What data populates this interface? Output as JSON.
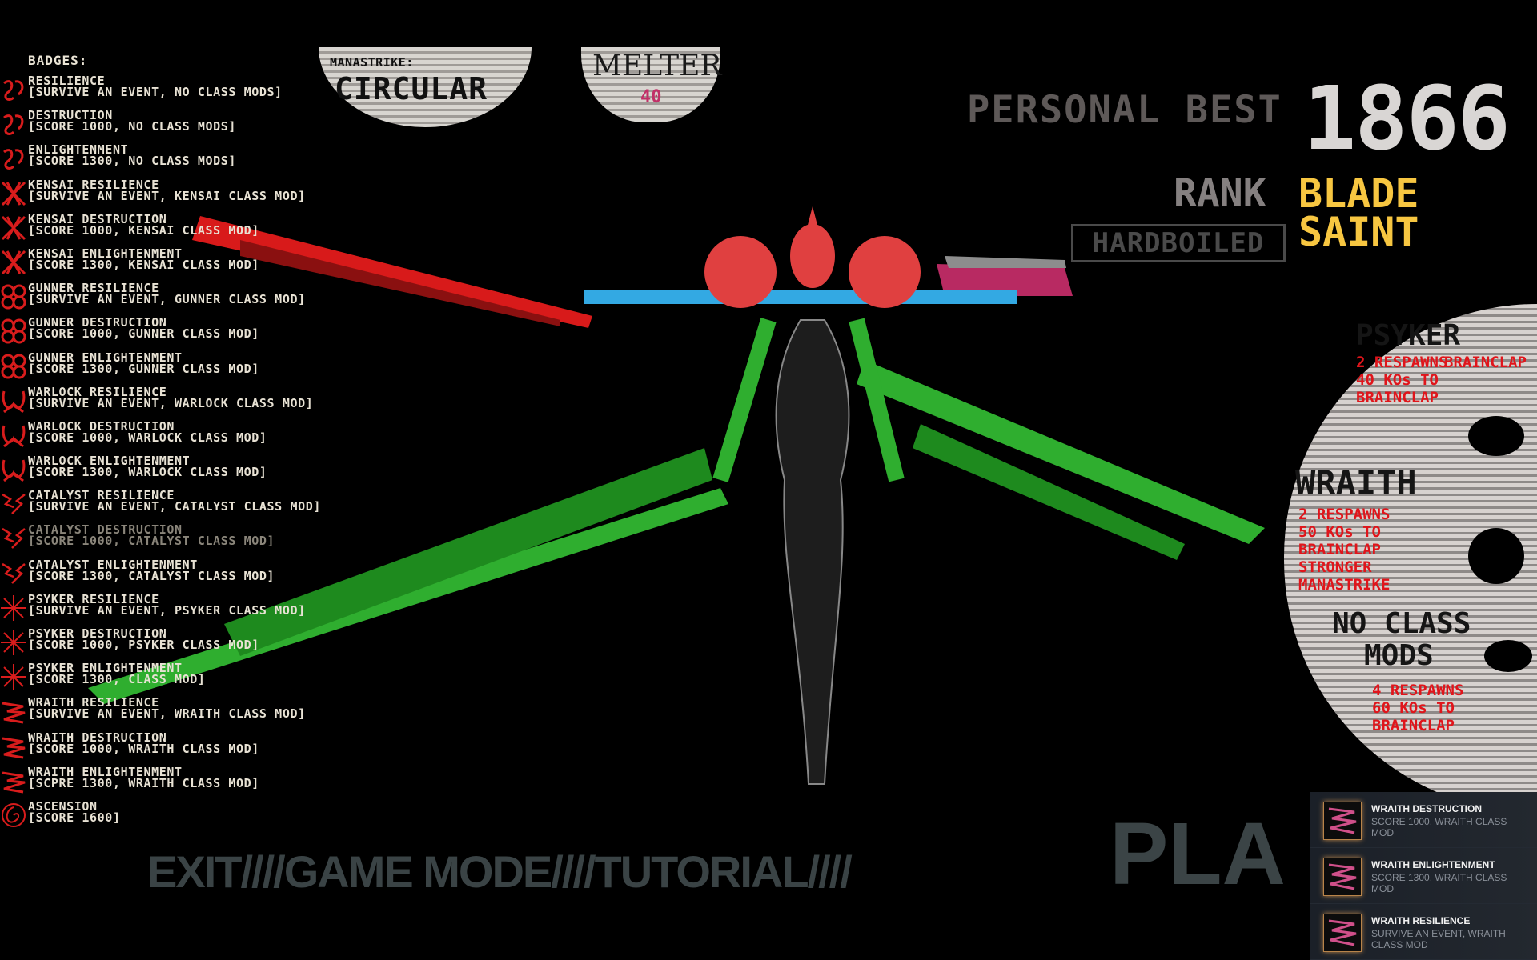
{
  "badges_heading": "BADGES:",
  "badges": [
    {
      "title": "Resilience",
      "desc": "[Survive an event, no class mods]",
      "icon": "swirl",
      "dim": false
    },
    {
      "title": "Destruction",
      "desc": "[Score 1000, no class mods]",
      "icon": "swirl",
      "dim": false
    },
    {
      "title": "Enlightenment",
      "desc": "[Score 1300, no class mods]",
      "icon": "swirl",
      "dim": false
    },
    {
      "title": "Kensai Resilience",
      "desc": "[Survive an event, Kensai class mod]",
      "icon": "cross",
      "dim": false
    },
    {
      "title": "Kensai Destruction",
      "desc": "[Score 1000, Kensai class mod]",
      "icon": "cross",
      "dim": false
    },
    {
      "title": "Kensai Enlightenment",
      "desc": "[Score 1300, Kensai class mod]",
      "icon": "cross",
      "dim": false
    },
    {
      "title": "Gunner Resilience",
      "desc": "[Survive an event, Gunner class mod]",
      "icon": "rings",
      "dim": false
    },
    {
      "title": "Gunner Destruction",
      "desc": "[Score 1000, Gunner class mod]",
      "icon": "rings",
      "dim": false
    },
    {
      "title": "Gunner Enlightenment",
      "desc": "[Score 1300, Gunner class mod]",
      "icon": "rings",
      "dim": false
    },
    {
      "title": "Warlock Resilience",
      "desc": "[Survive an event, Warlock class mod]",
      "icon": "loop",
      "dim": false
    },
    {
      "title": "Warlock Destruction",
      "desc": "[Score 1000, Warlock class mod]",
      "icon": "loop",
      "dim": false
    },
    {
      "title": "Warlock Enlightenment",
      "desc": "[Score 1300, Warlock class mod]",
      "icon": "loop",
      "dim": false
    },
    {
      "title": "Catalyst Resilience",
      "desc": "[Survive an event, Catalyst class mod]",
      "icon": "bolt",
      "dim": false
    },
    {
      "title": "Catalyst Destruction",
      "desc": "[Score 1000, Catalyst class mod]",
      "icon": "bolt",
      "dim": true
    },
    {
      "title": "Catalyst Enlightenment",
      "desc": "[Score 1300, Catalyst class mod]",
      "icon": "bolt",
      "dim": false
    },
    {
      "title": "Psyker Resilience",
      "desc": "[Survive an event, Psyker class mod]",
      "icon": "star",
      "dim": false
    },
    {
      "title": "Psyker Destruction",
      "desc": "[Score 1000, Psyker class mod]",
      "icon": "star",
      "dim": false
    },
    {
      "title": "Psyker Enlightenment",
      "desc": "[Score 1300, class mod]",
      "icon": "star",
      "dim": false
    },
    {
      "title": "Wraith Resilience",
      "desc": "[Survive an event, Wraith class mod]",
      "icon": "zig",
      "dim": false
    },
    {
      "title": "Wraith Destruction",
      "desc": "[Score 1000, Wraith class mod]",
      "icon": "zig",
      "dim": false
    },
    {
      "title": "Wraith Enlightenment",
      "desc": "[Scpre 1300, Wraith class mod]",
      "icon": "zig",
      "dim": false
    },
    {
      "title": "Ascension",
      "desc": "[Score 1600]",
      "icon": "spiral",
      "dim": false
    }
  ],
  "manastrike": {
    "label": "MANASTRIKE:",
    "value": "CIRCULAR"
  },
  "melter": {
    "value": "MELTER",
    "number": "40"
  },
  "personal_best": {
    "label": "PERSONAL BEST",
    "value": "1866"
  },
  "rank": {
    "label": "RANK",
    "value": "BLADE SAINT"
  },
  "difficulty": "HARDBOILED",
  "class_wheel": {
    "psyker": {
      "name": "PSYKER",
      "lines": [
        "2 RESPAWNS",
        "40 KOs TO",
        "BRAINCLAP"
      ]
    },
    "wraith": {
      "name": "WRAITH",
      "lines": [
        "2 RESPAWNS",
        "50 KOs TO",
        "BRAINCLAP",
        "STRONGER",
        "MANASTRIKE"
      ]
    },
    "no_mods": {
      "name1": "NO CLASS",
      "name2": "MODS",
      "lines": [
        "4 RESPAWNS",
        "60 KOs TO",
        "BRAINCLAP"
      ]
    },
    "edge_text": "BRAINCLAP"
  },
  "menu": {
    "exit": "EXIT",
    "sep": "////",
    "game_mode": "GAME MODE",
    "tutorial": "TUTORIAL",
    "play": "PLA"
  },
  "notifications": [
    {
      "title": "WRAITH DESTRUCTION",
      "desc": "SCORE 1000, WRAITH CLASS MOD"
    },
    {
      "title": "WRAITH ENLIGHTENMENT",
      "desc": "SCORE 1300, WRAITH CLASS MOD"
    },
    {
      "title": "WRAITH RESILIENCE",
      "desc": "SURVIVE AN EVENT, WRAITH CLASS MOD"
    }
  ],
  "colors": {
    "badge_icon": "#d81c1c",
    "rank": "#f7c641",
    "wheel_red": "#e0151b",
    "notif_bg": "#1d222a"
  }
}
